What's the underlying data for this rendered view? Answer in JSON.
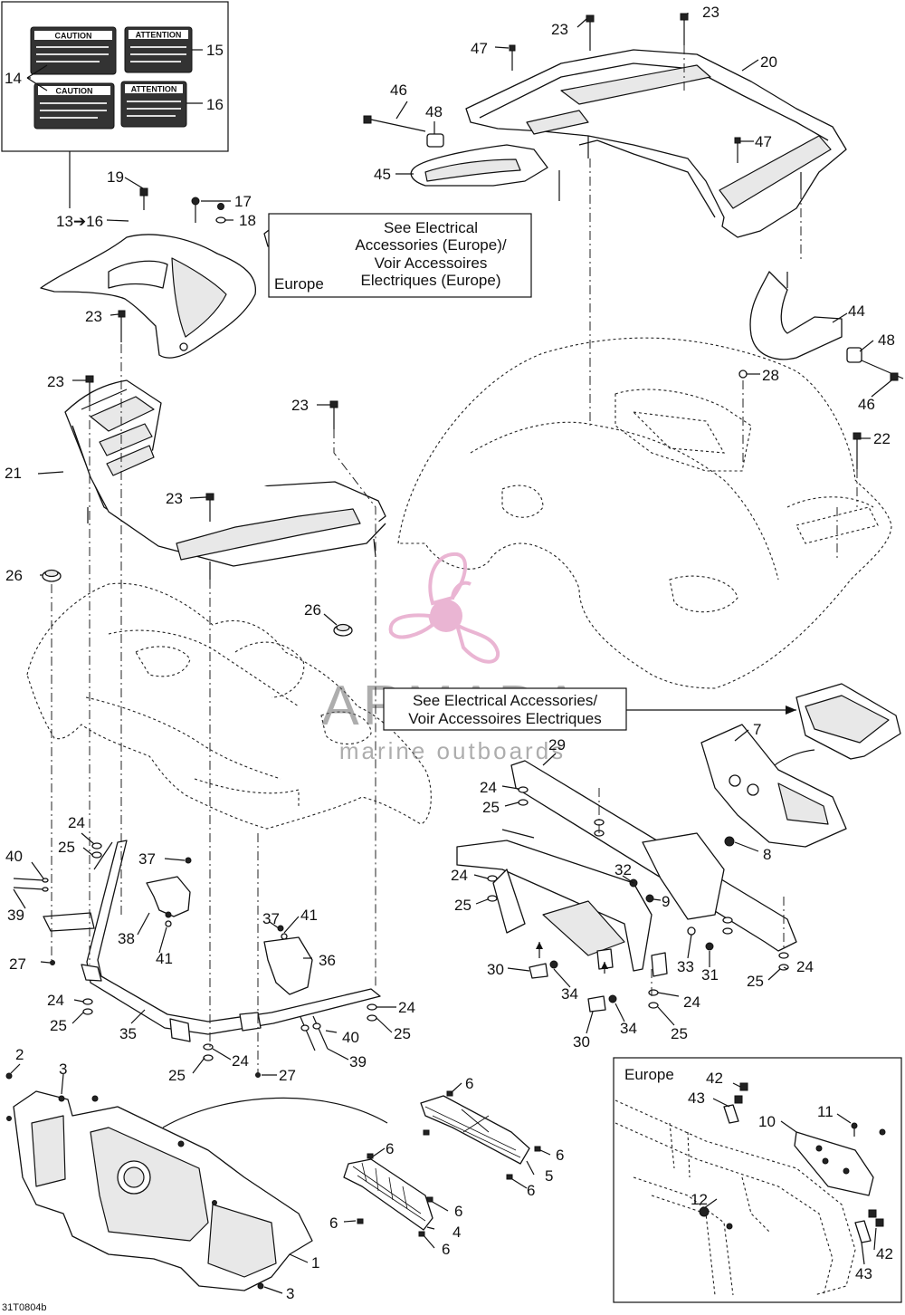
{
  "callouts": {
    "c1": "1",
    "c2": "2",
    "c3a": "3",
    "c3b": "3",
    "c4": "4",
    "c5": "5",
    "c6a": "6",
    "c6b": "6",
    "c6c": "6",
    "c6d": "6",
    "c6e": "6",
    "c6f": "6",
    "c6g": "6",
    "c7": "7",
    "c8": "8",
    "c9": "9",
    "c10": "10",
    "c11": "11",
    "c12": "12",
    "c14": "14",
    "c15": "15",
    "c16": "16",
    "c17": "17",
    "c18": "18",
    "c19": "19",
    "c20": "20",
    "c21": "21",
    "c22": "22",
    "c23a": "23",
    "c23b": "23",
    "c23c": "23",
    "c23d": "23",
    "c23e": "23",
    "c23f": "23",
    "c24a": "24",
    "c24b": "24",
    "c24c": "24",
    "c24d": "24",
    "c24e": "24",
    "c24f": "24",
    "c24g": "24",
    "c24h": "24",
    "c25a": "25",
    "c25b": "25",
    "c25c": "25",
    "c25d": "25",
    "c25e": "25",
    "c25f": "25",
    "c25g": "25",
    "c25h": "25",
    "c26a": "26",
    "c26b": "26",
    "c27a": "27",
    "c27b": "27",
    "c28": "28",
    "c29": "29",
    "c30a": "30",
    "c30b": "30",
    "c31": "31",
    "c32": "32",
    "c33": "33",
    "c34a": "34",
    "c34b": "34",
    "c35": "35",
    "c36": "36",
    "c37a": "37",
    "c37b": "37",
    "c38": "38",
    "c39a": "39",
    "c39b": "39",
    "c40a": "40",
    "c40b": "40",
    "c41a": "41",
    "c41b": "41",
    "c42a": "42",
    "c42b": "42",
    "c43a": "43",
    "c43b": "43",
    "c44": "44",
    "c45": "45",
    "c46a": "46",
    "c46b": "46",
    "c47a": "47",
    "c47b": "47",
    "c48a": "48",
    "c48b": "48"
  },
  "range_label": "13➔16",
  "decals": {
    "caution": "CAUTION",
    "attention": "ATTENTION"
  },
  "notes": {
    "europe_tag": "Europe",
    "electrical_europe": [
      "See Electrical",
      "Accessories (Europe)/",
      "Voir Accessoires",
      "Electriques (Europe)"
    ],
    "electrical": [
      "See Electrical Accessories/",
      "Voir Accessoires Electriques"
    ],
    "europe_inset": "Europe"
  },
  "watermark": {
    "brand": "ARMADA",
    "tagline": "marine outboards",
    "colors": {
      "logo": "#e7a9cc",
      "text": "#6b6b6b"
    }
  },
  "drawing_code": "31T0804b"
}
